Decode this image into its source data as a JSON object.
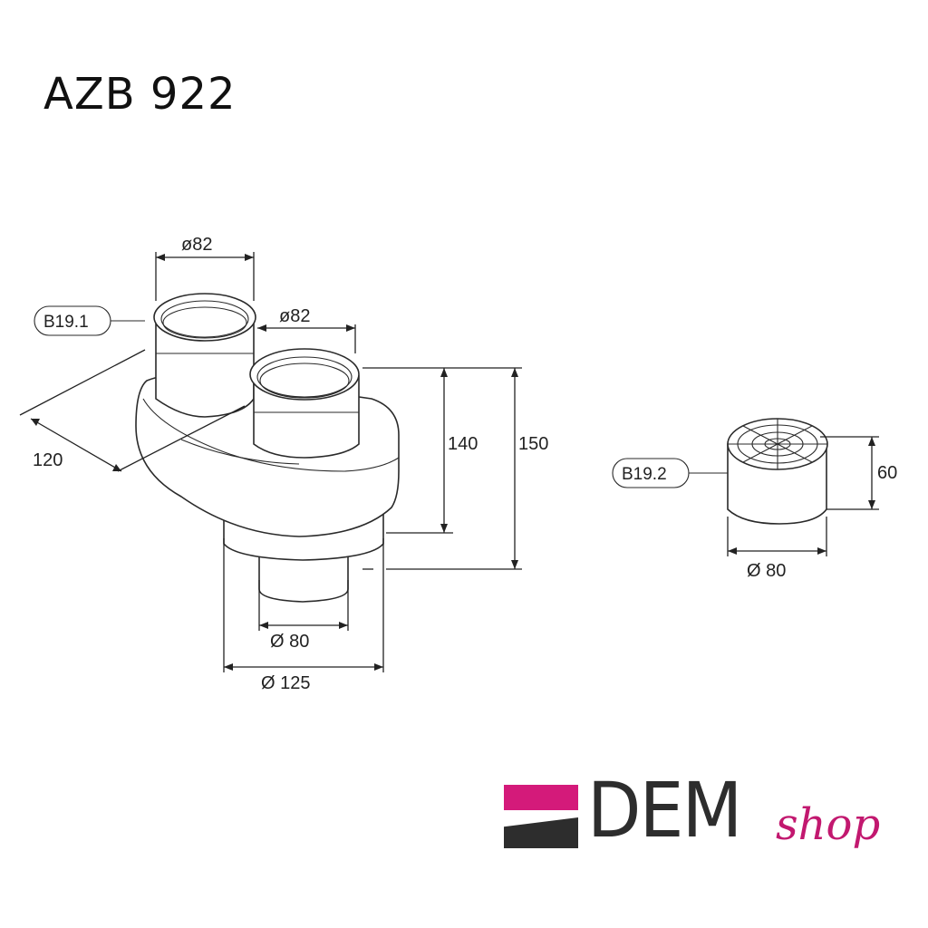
{
  "title": "AZB 922",
  "callouts": {
    "part1": "B19.1",
    "part2": "B19.2"
  },
  "dimensions": {
    "top_diameter_1": "ø82",
    "top_diameter_2": "ø82",
    "depth": "120",
    "height_inner": "140",
    "height_outer": "150",
    "bottom_inner": "Ø 80",
    "bottom_outer": "Ø 125",
    "cap_height": "60",
    "cap_diameter": "Ø 80"
  },
  "logo": {
    "brand": "DEM",
    "suffix": "shop",
    "accent_color": "#d41a7a",
    "dark_color": "#2d2d2d"
  }
}
